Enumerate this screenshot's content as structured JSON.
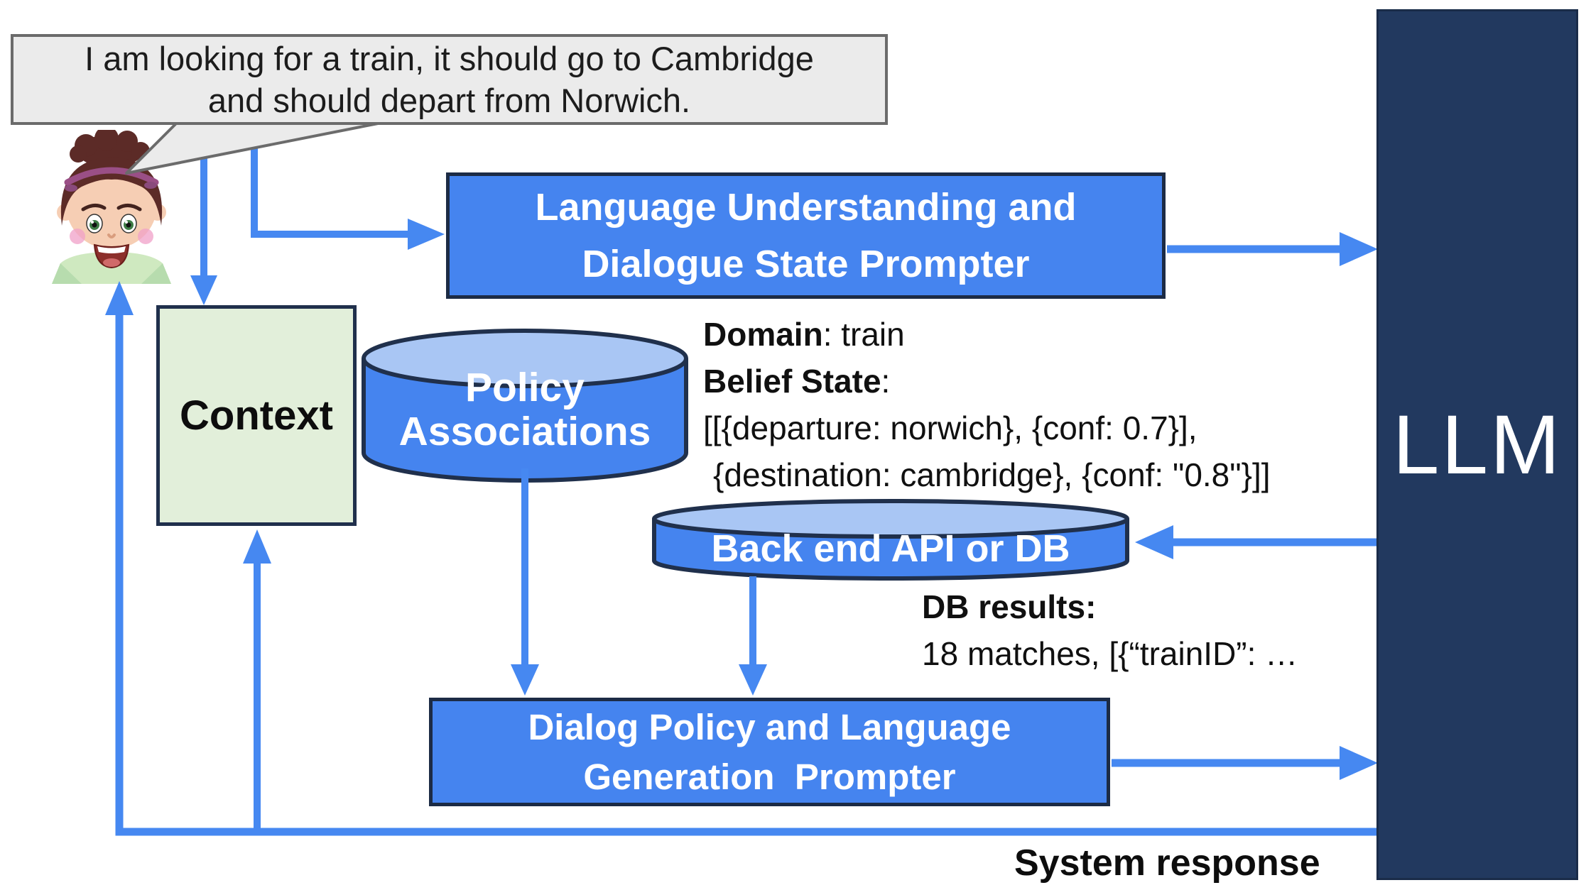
{
  "speech_bubble": {
    "line1": "I am looking for a train, it should go to Cambridge",
    "line2": "and should depart from Norwich."
  },
  "boxes": {
    "language_understanding": {
      "line1": "Language Understanding and",
      "line2": "Dialogue State Prompter"
    },
    "context": {
      "label": "Context"
    },
    "policy_associations": {
      "line1": "Policy",
      "line2": "Associations"
    },
    "backend": {
      "label": "Back end API or DB"
    },
    "dialog_policy": {
      "line1": "Dialog Policy and Language",
      "line2": "Generation  Prompter"
    },
    "llm": {
      "label": "LLM"
    }
  },
  "annotations": {
    "domain_label": "Domain",
    "domain_value": ": train",
    "belief_label": "Belief State",
    "belief_colon": ":",
    "belief_line1": "[[{departure: norwich}, {conf: 0.7}],",
    "belief_line2": "{destination: cambridge}, {conf: \"0.8\"}]]",
    "db_results_label": "DB results:",
    "db_results_value": "18 matches, [{“trainID”: …",
    "system_response": "System response"
  },
  "icons": {
    "user_avatar": "girl-avatar-icon"
  },
  "colors": {
    "box_blue": "#4584ef",
    "arrow_blue": "#4688f1",
    "dark_border": "#20304c",
    "llm_navy": "#22395f",
    "cylinder_top_blue": "#a9c6f4",
    "context_green": "#e2efda",
    "bubble_gray": "#ebebeb"
  }
}
